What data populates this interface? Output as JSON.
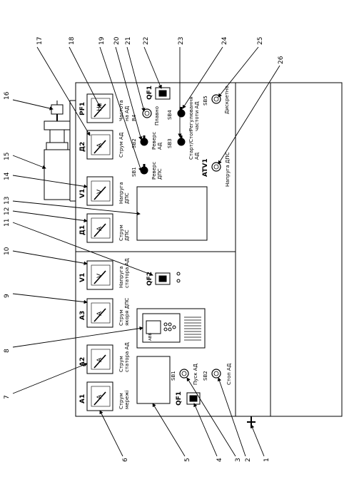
{
  "callouts": [
    {
      "n": "1"
    },
    {
      "n": "2"
    },
    {
      "n": "3"
    },
    {
      "n": "4"
    },
    {
      "n": "5"
    },
    {
      "n": "6"
    },
    {
      "n": "7"
    },
    {
      "n": "8"
    },
    {
      "n": "9"
    },
    {
      "n": "10"
    },
    {
      "n": "11"
    },
    {
      "n": "12"
    },
    {
      "n": "13"
    },
    {
      "n": "14"
    },
    {
      "n": "15"
    },
    {
      "n": "16"
    },
    {
      "n": "17"
    },
    {
      "n": "18"
    },
    {
      "n": "19"
    },
    {
      "n": "20"
    },
    {
      "n": "21"
    },
    {
      "n": "22"
    },
    {
      "n": "23"
    },
    {
      "n": "24"
    },
    {
      "n": "25"
    },
    {
      "n": "26"
    }
  ],
  "meters": [
    {
      "id": "A1",
      "unit": "A",
      "caption1": "Струм",
      "caption2": "мережі"
    },
    {
      "id": "A2",
      "unit": "A",
      "caption1": "Струм",
      "caption2": "статора АД"
    },
    {
      "id": "A3",
      "unit": "A",
      "caption1": "Струм",
      "caption2": "якоря ДПС"
    },
    {
      "id": "V1",
      "unit": "V",
      "caption1": "Напруга",
      "caption2": "статора АД"
    },
    {
      "id": "Д1",
      "unit": "A",
      "caption1": "Струм",
      "caption2": "ДПС"
    },
    {
      "id": "V1",
      "unit": "V",
      "caption1": "Напруга",
      "caption2": "ДПС"
    },
    {
      "id": "Д2",
      "unit": "A",
      "caption1": "Струм АД",
      "caption2": ""
    },
    {
      "id": "PF1",
      "unit": "Hz",
      "caption1": "Частота",
      "caption2": "на АД"
    }
  ],
  "switches": {
    "qf1_lower": "QF1",
    "qf2": "QF2",
    "qf1_upper": "QF1",
    "atv1": "ATV1"
  },
  "buttons": {
    "sb1_lower": {
      "id": "SB1",
      "label": "Пуск АД"
    },
    "sb2_lower": {
      "id": "SB2",
      "label": "Стоп АД"
    },
    "sb1_upper": {
      "id": "SB1",
      "label1": "Реверс",
      "label2": "ДПС"
    },
    "sb2_upper": {
      "id": "SB2",
      "label1": "Реверс",
      "label2": "АД"
    },
    "r_plavno": {
      "id": "R4",
      "label": "Плавно"
    },
    "sb3": {
      "id": "SB3",
      "label1": "Старт/Стоп",
      "label2": "АД"
    },
    "sb4": {
      "id": "SB4",
      "label1": "Регулювання",
      "label2": "частоти АД"
    },
    "sb5": {
      "id": "SB5",
      "label": "Дискретно"
    },
    "atv1_label": "Напруга ДПС"
  },
  "drive": {
    "brand": "ABB"
  }
}
